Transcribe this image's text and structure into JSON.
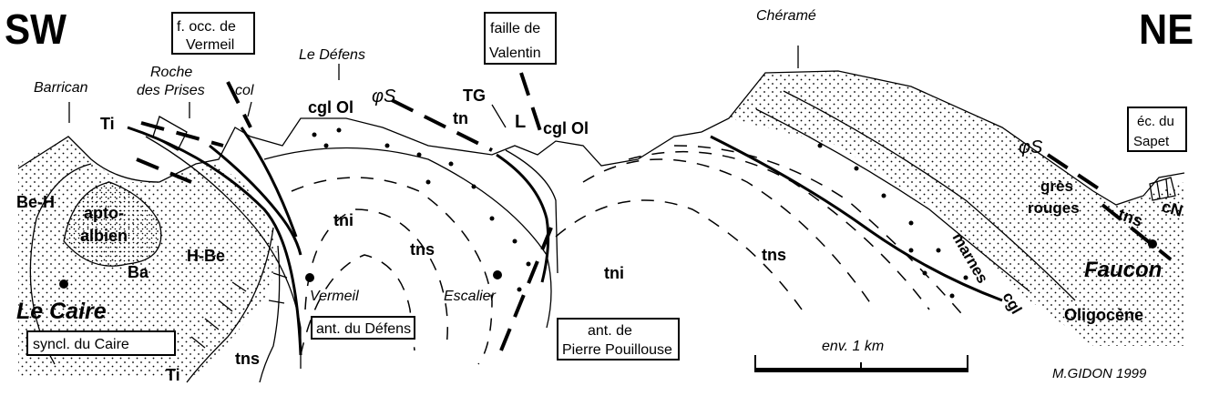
{
  "orientation": {
    "left": "SW",
    "right": "NE"
  },
  "boxed_labels": {
    "f_occ_vermeil": [
      "f. occ. de",
      "Vermeil"
    ],
    "faille_valentin": [
      "faille de",
      "Valentin"
    ],
    "ec_sapet": [
      "éc. du",
      "Sapet"
    ],
    "syncl_caire": "syncl. du Caire",
    "ant_defens": "ant. du Défens",
    "ant_pierre_pouillouse": [
      "ant. de",
      "Pierre Pouillouse"
    ]
  },
  "place_names": {
    "barrican": "Barrican",
    "roche_des_prises": [
      "Roche",
      "des Prises"
    ],
    "col": "col",
    "le_defens": "Le Défens",
    "cherame": "Chéramé",
    "vermeil": "Vermeil",
    "escalier": "Escalier",
    "le_caire": "Le Caire",
    "faucon": "Faucon"
  },
  "formations": {
    "ti_top": "Ti",
    "ti_bottom": "Ti",
    "be_h": "Be-H",
    "apto_albien": [
      "apto-",
      "albien"
    ],
    "h_be": "H-Be",
    "ba": "Ba",
    "cgl_ol_left": "cgl Ol",
    "cgl_ol_right": "cgl Ol",
    "phi_s_left": "φS",
    "phi_s_right": "φS",
    "tg": "TG",
    "tn": "tn",
    "l": "L",
    "tni_left": "tni",
    "tns_left": "tns",
    "tns_bottom": "tns",
    "tni_center": "tni",
    "tns_center": "tns",
    "gres_rouges": [
      "grès",
      "rouges"
    ],
    "marnes": "marnes",
    "cgl": "cgl",
    "oligocene": "Oligocène",
    "tns_right": "tns",
    "cn": "cN"
  },
  "scale_bar": {
    "label": "env. 1 km",
    "length_km": 1
  },
  "credit": "M.GIDON 1999"
}
